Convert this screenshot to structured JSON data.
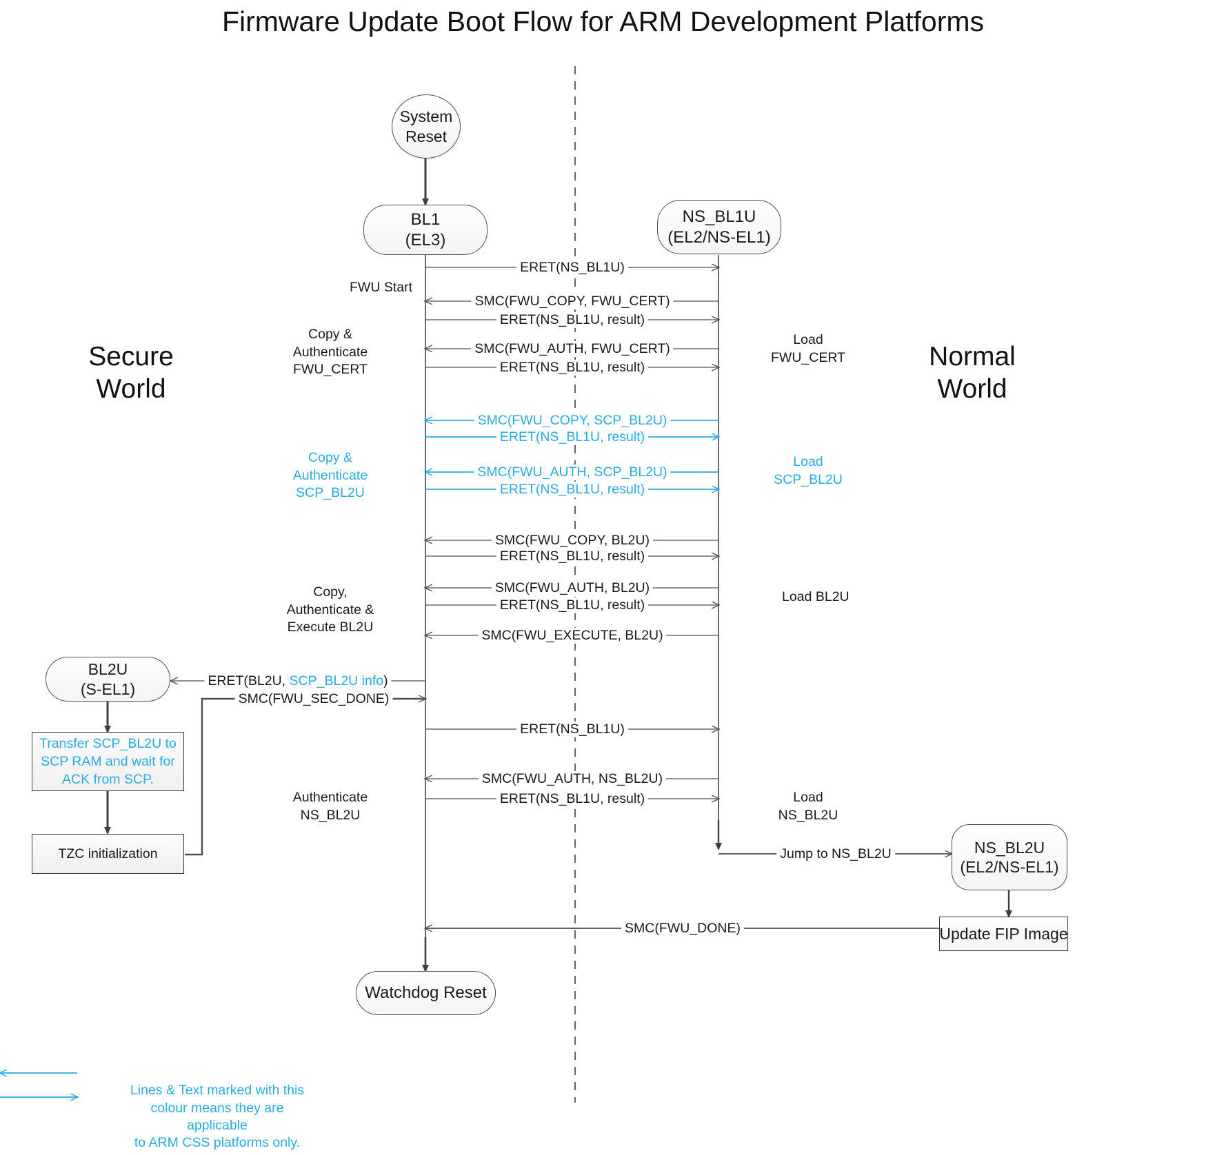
{
  "title": "Firmware Update Boot Flow for ARM Development Platforms",
  "colors": {
    "cyan": "#29abe2",
    "line": "#4d4d4d",
    "text": "#111111",
    "node_fill": "#f4f4f4"
  },
  "worlds": {
    "secure_line1": "Secure",
    "secure_line2": "World",
    "normal_line1": "Normal",
    "normal_line2": "World"
  },
  "nodes": {
    "system_reset": {
      "l1": "System",
      "l2": "Reset"
    },
    "bl1": {
      "l1": "BL1",
      "l2": "(EL3)"
    },
    "ns_bl1u": {
      "l1": "NS_BL1U",
      "l2": "(EL2/NS-EL1)"
    },
    "bl2u": {
      "l1": "BL2U",
      "l2": "(S-EL1)"
    },
    "ns_bl2u": {
      "l1": "NS_BL2U",
      "l2": "(EL2/NS-EL1)"
    },
    "watchdog_reset": {
      "l1": "Watchdog Reset",
      "l2": ""
    },
    "update_fip": {
      "l1": "Update FIP Image",
      "l2": ""
    }
  },
  "notes": {
    "transfer_scp": "Transfer SCP_BL2U to\nSCP RAM and wait for\nACK from SCP.",
    "tzc_init": "TZC initialization"
  },
  "secure_annotations": [
    {
      "id": "fwu-start",
      "text": "FWU Start",
      "cyan": false
    },
    {
      "id": "copy-auth-fwu-cert",
      "text": "Copy &\nAuthenticate\nFWU_CERT",
      "cyan": false
    },
    {
      "id": "copy-auth-scp-bl2u",
      "text": "Copy &\nAuthenticate\nSCP_BL2U",
      "cyan": true
    },
    {
      "id": "copy-auth-exec-bl2u",
      "text": "Copy,\nAuthenticate &\nExecute BL2U",
      "cyan": false
    },
    {
      "id": "authenticate-ns-bl2u",
      "text": "Authenticate\nNS_BL2U",
      "cyan": false
    }
  ],
  "normal_annotations": [
    {
      "id": "load-fwu-cert",
      "text": "Load\nFWU_CERT",
      "cyan": false
    },
    {
      "id": "load-scp-bl2u",
      "text": "Load\nSCP_BL2U",
      "cyan": true
    },
    {
      "id": "load-bl2u",
      "text": "Load BL2U",
      "cyan": false
    },
    {
      "id": "load-ns-bl2u",
      "text": "Load\nNS_BL2U",
      "cyan": false
    }
  ],
  "messages": [
    {
      "id": "m1",
      "text": "ERET(NS_BL1U)",
      "dir": "right",
      "cyan": false
    },
    {
      "id": "m2",
      "text": "SMC(FWU_COPY, FWU_CERT)",
      "dir": "left",
      "cyan": false
    },
    {
      "id": "m3",
      "text": "ERET(NS_BL1U, result)",
      "dir": "right",
      "cyan": false
    },
    {
      "id": "m4",
      "text": "SMC(FWU_AUTH, FWU_CERT)",
      "dir": "left",
      "cyan": false
    },
    {
      "id": "m5",
      "text": "ERET(NS_BL1U, result)",
      "dir": "right",
      "cyan": false
    },
    {
      "id": "m6",
      "text": "SMC(FWU_COPY, SCP_BL2U)",
      "dir": "left",
      "cyan": true
    },
    {
      "id": "m7",
      "text": "ERET(NS_BL1U, result)",
      "dir": "right",
      "cyan": true
    },
    {
      "id": "m8",
      "text": "SMC(FWU_AUTH, SCP_BL2U)",
      "dir": "left",
      "cyan": true
    },
    {
      "id": "m9",
      "text": "ERET(NS_BL1U, result)",
      "dir": "right",
      "cyan": true
    },
    {
      "id": "m10",
      "text": "SMC(FWU_COPY, BL2U)",
      "dir": "left",
      "cyan": false
    },
    {
      "id": "m11",
      "text": "ERET(NS_BL1U, result)",
      "dir": "right",
      "cyan": false
    },
    {
      "id": "m12",
      "text": "SMC(FWU_AUTH, BL2U)",
      "dir": "left",
      "cyan": false
    },
    {
      "id": "m13",
      "text": "ERET(NS_BL1U, result)",
      "dir": "right",
      "cyan": false
    },
    {
      "id": "m14",
      "text": "SMC(FWU_EXECUTE, BL2U)",
      "dir": "left",
      "cyan": false
    },
    {
      "id": "m15",
      "text": "ERET(NS_BL1U)",
      "dir": "right",
      "cyan": false
    },
    {
      "id": "m16",
      "text": "SMC(FWU_AUTH, NS_BL2U)",
      "dir": "left",
      "cyan": false
    },
    {
      "id": "m17",
      "text": "ERET(NS_BL1U, result)",
      "dir": "right",
      "cyan": false
    },
    {
      "id": "m18",
      "text": "SMC(FWU_DONE)",
      "dir": "left",
      "cyan": false
    }
  ],
  "bl2u_messages": {
    "eret_bl2u_pre": "ERET(BL2U, ",
    "eret_bl2u_cyan": "SCP_BL2U info",
    "eret_bl2u_post": ")",
    "smc_fwu_sec_done": "SMC(FWU_SEC_DONE)"
  },
  "jump_label": "Jump to NS_BL2U",
  "legend": {
    "text": "Lines & Text marked with this\ncolour means they are applicable\nto ARM CSS platforms only."
  }
}
